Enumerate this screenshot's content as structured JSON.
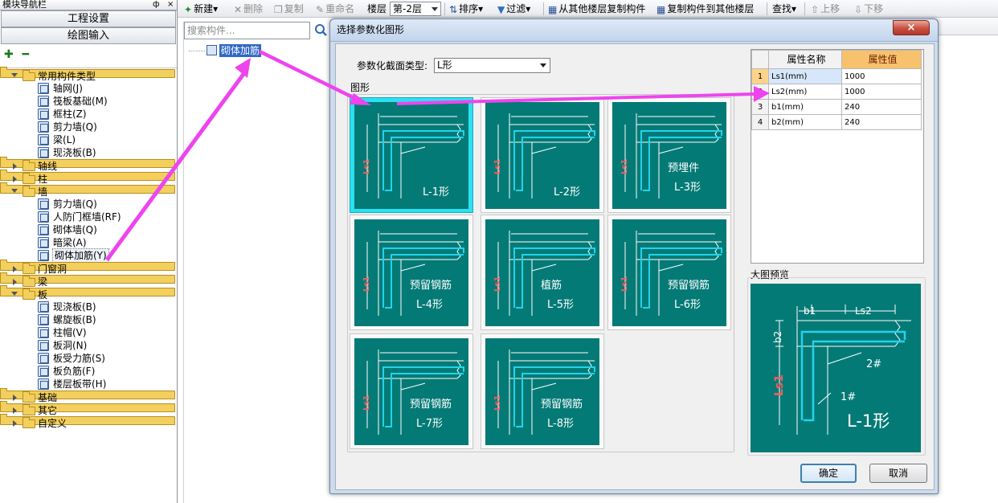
{
  "nav": {
    "title": "模块导航栏",
    "title_ctrls": [
      "ф",
      "×"
    ],
    "project_btn": "工程设置",
    "drawing_btn": "绘图输入",
    "tool_icons": [
      "expand-all-icon",
      "collapse-all-icon"
    ],
    "tree": [
      {
        "label": "常用构件类型",
        "level": 0,
        "kind": "folder",
        "state": "open"
      },
      {
        "label": "轴网(J)",
        "level": 1,
        "kind": "item"
      },
      {
        "label": "筏板基础(M)",
        "level": 1,
        "kind": "item"
      },
      {
        "label": "框柱(Z)",
        "level": 1,
        "kind": "item"
      },
      {
        "label": "剪力墙(Q)",
        "level": 1,
        "kind": "item"
      },
      {
        "label": "梁(L)",
        "level": 1,
        "kind": "item"
      },
      {
        "label": "现浇板(B)",
        "level": 1,
        "kind": "item"
      },
      {
        "label": "轴线",
        "level": 0,
        "kind": "folder",
        "state": "closed"
      },
      {
        "label": "柱",
        "level": 0,
        "kind": "folder",
        "state": "closed"
      },
      {
        "label": "墙",
        "level": 0,
        "kind": "folder",
        "state": "open"
      },
      {
        "label": "剪力墙(Q)",
        "level": 1,
        "kind": "item"
      },
      {
        "label": "人防门框墙(RF)",
        "level": 1,
        "kind": "item"
      },
      {
        "label": "砌体墙(Q)",
        "level": 1,
        "kind": "item"
      },
      {
        "label": "暗梁(A)",
        "level": 1,
        "kind": "item"
      },
      {
        "label": "砌体加筋(Y)",
        "level": 1,
        "kind": "item",
        "selected": true
      },
      {
        "label": "门窗洞",
        "level": 0,
        "kind": "folder",
        "state": "closed"
      },
      {
        "label": "梁",
        "level": 0,
        "kind": "folder",
        "state": "closed"
      },
      {
        "label": "板",
        "level": 0,
        "kind": "folder",
        "state": "open"
      },
      {
        "label": "现浇板(B)",
        "level": 1,
        "kind": "item"
      },
      {
        "label": "螺旋板(B)",
        "level": 1,
        "kind": "item"
      },
      {
        "label": "柱帽(V)",
        "level": 1,
        "kind": "item"
      },
      {
        "label": "板洞(N)",
        "level": 1,
        "kind": "item"
      },
      {
        "label": "板受力筋(S)",
        "level": 1,
        "kind": "item"
      },
      {
        "label": "板负筋(F)",
        "level": 1,
        "kind": "item"
      },
      {
        "label": "楼层板带(H)",
        "level": 1,
        "kind": "item"
      },
      {
        "label": "基础",
        "level": 0,
        "kind": "folder",
        "state": "closed"
      },
      {
        "label": "其它",
        "level": 0,
        "kind": "folder",
        "state": "closed"
      },
      {
        "label": "自定义",
        "level": 0,
        "kind": "folder",
        "state": "closed"
      }
    ]
  },
  "toolbar": {
    "new": "新建",
    "delete": "删除",
    "copy": "复制",
    "rename": "重命名",
    "floor_label": "楼层",
    "floor_value": "第-2层",
    "sort": "排序",
    "filter": "过滤",
    "copy_from_floor": "从其他楼层复制构件",
    "copy_to_floor": "复制构件到其他楼层",
    "find": "查找",
    "up": "上移",
    "down": "下移"
  },
  "component_panel": {
    "search_placeholder": "搜索构件...",
    "component": "砌体加筋"
  },
  "dialog": {
    "title": "选择参数化图形",
    "close": "×",
    "section_type_label": "参数化截面类型:",
    "section_type_value": "L形",
    "shapes_group_label": "图形",
    "shapes": [
      {
        "title": "L-1形",
        "sub": ""
      },
      {
        "title": "L-2形",
        "sub": ""
      },
      {
        "title": "预埋件",
        "sub": "L-3形"
      },
      {
        "title": "预留钢筋",
        "sub": "L-4形"
      },
      {
        "title": "植筋",
        "sub": "L-5形"
      },
      {
        "title": "预留钢筋",
        "sub": "L-6形"
      },
      {
        "title": "预留钢筋",
        "sub": "L-7形"
      },
      {
        "title": "预留钢筋",
        "sub": "L-8形"
      }
    ],
    "selected_shape": 0,
    "table": {
      "header_name": "属性名称",
      "header_value": "属性值",
      "rows": [
        {
          "no": "1",
          "name": "Ls1(mm)",
          "value": "1000"
        },
        {
          "no": "2",
          "name": "Ls2(mm)",
          "value": "1000"
        },
        {
          "no": "3",
          "name": "b1(mm)",
          "value": "240"
        },
        {
          "no": "4",
          "name": "b2(mm)",
          "value": "240"
        }
      ]
    },
    "preview_label": "大图预览",
    "preview": {
      "b1": "b1",
      "ls2": "Ls2",
      "b2": "b2",
      "ls1": "Ls1",
      "r1": "1#",
      "r2": "2#",
      "title": "L-1形"
    },
    "ok": "确定",
    "cancel": "取消"
  },
  "colors": {
    "thumb_bg": "#047a76",
    "thumb_selected": "#2be1f1",
    "rebar": "#23d3ea",
    "arrow": "#ee44ee",
    "header_value_bg": "#f7c16d",
    "selection": "#3168c6"
  }
}
